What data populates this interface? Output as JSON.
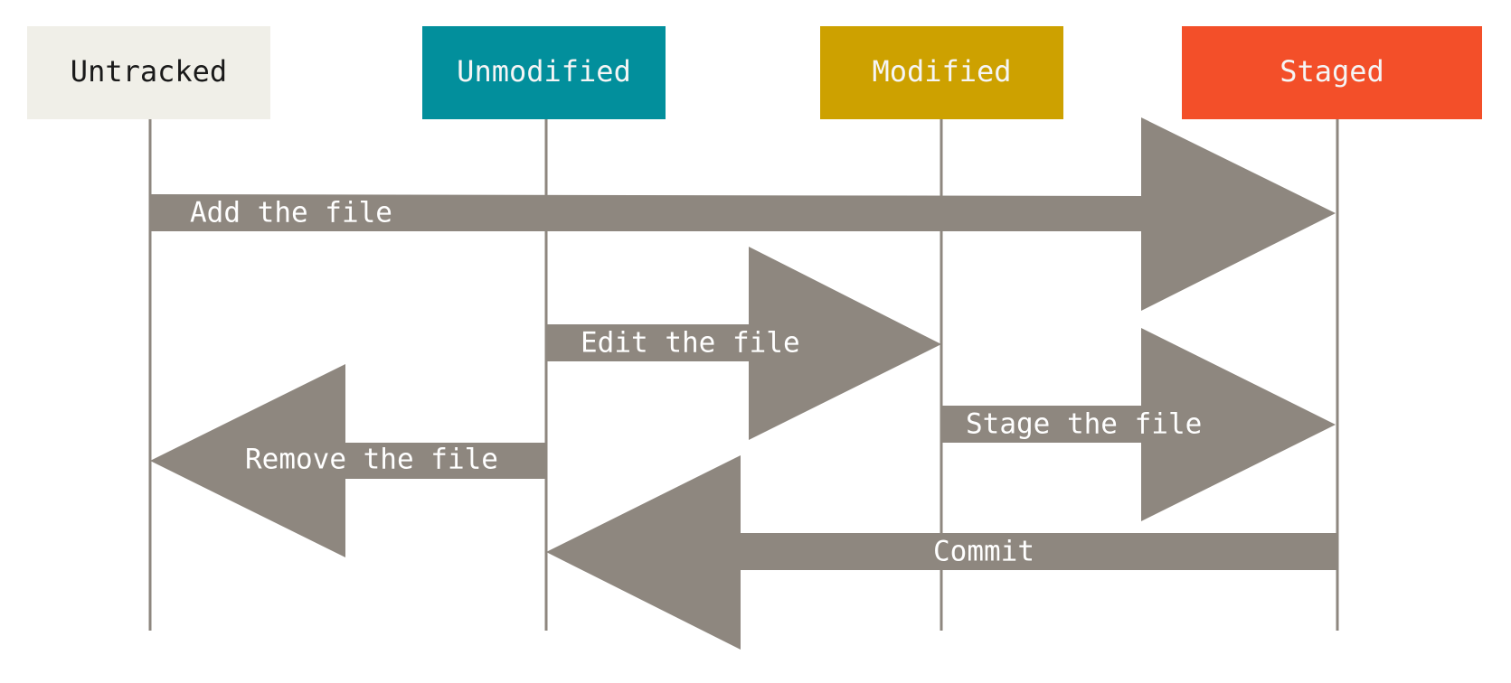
{
  "colors": {
    "untracked_bg": "#f0efe8",
    "untracked_text": "#1a1a1a",
    "unmodified_bg": "#028f9c",
    "modified_bg": "#cda100",
    "staged_bg": "#f34f29",
    "state_text_light": "#f5f5f5",
    "arrow": "#8e877f",
    "lifeline": "#8e877f"
  },
  "states": {
    "untracked": "Untracked",
    "unmodified": "Unmodified",
    "modified": "Modified",
    "staged": "Staged"
  },
  "transitions": {
    "add": {
      "label": "Add the file",
      "from": "Untracked",
      "to": "Staged"
    },
    "edit": {
      "label": "Edit the file",
      "from": "Unmodified",
      "to": "Modified"
    },
    "stage": {
      "label": "Stage the file",
      "from": "Modified",
      "to": "Staged"
    },
    "remove": {
      "label": "Remove the file",
      "from": "Unmodified",
      "to": "Untracked"
    },
    "commit": {
      "label": "Commit",
      "from": "Staged",
      "to": "Unmodified"
    }
  }
}
